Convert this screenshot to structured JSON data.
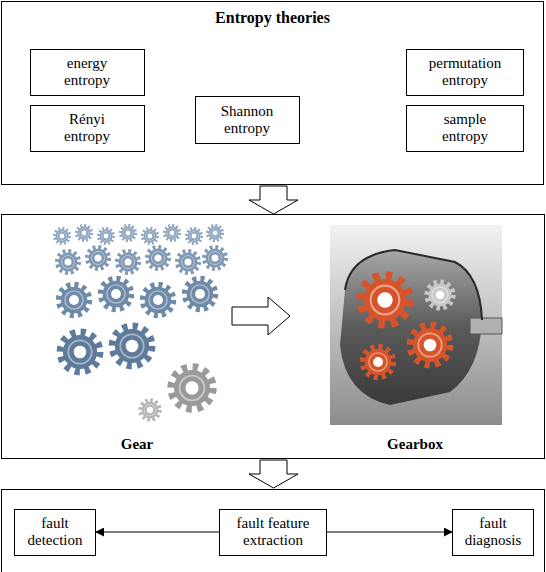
{
  "diagram": {
    "nodes": [
      {
        "text": [
          "Entropy theories"
        ]
      },
      {
        "text": [
          "energy entropy"
        ],
        "in": 0
      },
      {
        "text": [
          "Shannon entropy"
        ],
        "in": 0
      },
      {
        "text": [
          "permutation entropy"
        ],
        "in": 0
      },
      {
        "text": [
          "Rényi entropy"
        ],
        "in": 0
      },
      {
        "text": [
          "sample entropy"
        ],
        "in": 0
      },
      {
        "text": [
          "fault detection"
        ]
      },
      {
        "text": [
          "fault feature extraction"
        ]
      },
      {
        "text": [
          "fault diagnosis"
        ]
      }
    ],
    "edges": [
      {
        "from": 7,
        "to": 6,
        "arrow": "to"
      },
      {
        "from": 7,
        "to": 8,
        "arrow": "to"
      }
    ],
    "labels": [
      "Gear",
      "Gearbox"
    ]
  }
}
